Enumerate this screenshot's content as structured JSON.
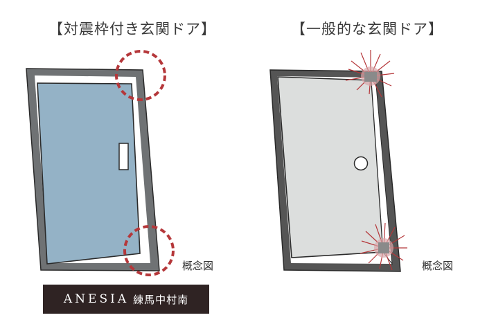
{
  "left_panel": {
    "title": "【対震枠付き玄関ドア】",
    "caption": "概念図"
  },
  "right_panel": {
    "title": "【一般的な玄関ドア】",
    "caption": "概念図"
  },
  "logo": {
    "brand": "ANESIA",
    "place": "練馬中村南"
  },
  "colors": {
    "frame": "#6f7274",
    "door_left": "#94b2c6",
    "door_right": "#dcdedd",
    "gray_right_frame": "#8a8a8a",
    "highlight": "#b5373a",
    "logo_bg": "#2f2323"
  }
}
